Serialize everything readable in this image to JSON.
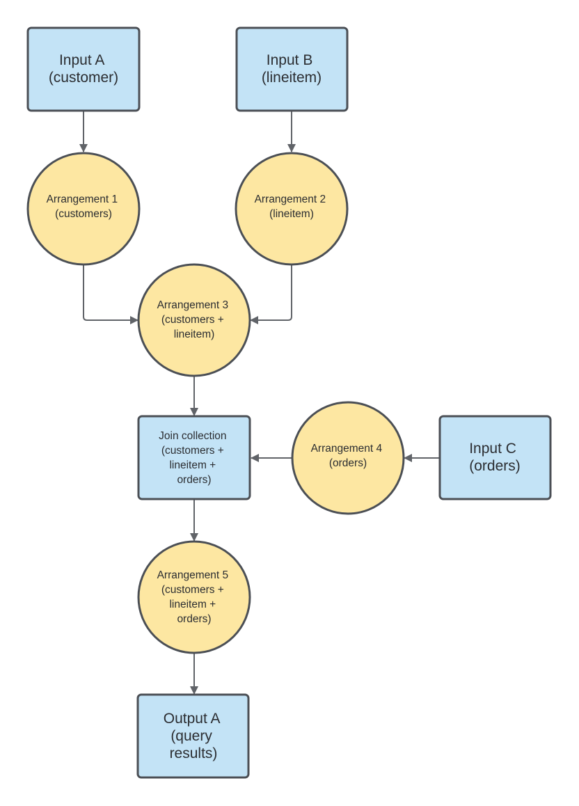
{
  "colors": {
    "input_box_fill": "#c3e3f6",
    "arrangement_fill": "#fde7a2",
    "outline": "#4b4f55",
    "edge": "#606368"
  },
  "nodes": {
    "input_a": {
      "lines": [
        "Input A",
        "(customer)"
      ]
    },
    "input_b": {
      "lines": [
        "Input B",
        "(lineitem)"
      ]
    },
    "input_c": {
      "lines": [
        "Input C",
        "(orders)"
      ]
    },
    "arrangement_1": {
      "lines": [
        "Arrangement 1",
        "(customers)"
      ]
    },
    "arrangement_2": {
      "lines": [
        "Arrangement 2",
        "(lineitem)"
      ]
    },
    "arrangement_3": {
      "lines": [
        "Arrangement 3",
        "(customers +",
        "lineitem)"
      ]
    },
    "arrangement_4": {
      "lines": [
        "Arrangement 4",
        "(orders)"
      ]
    },
    "arrangement_5": {
      "lines": [
        "Arrangement 5",
        "(customers +",
        "lineitem +",
        "orders)"
      ]
    },
    "join_collection": {
      "lines": [
        "Join collection",
        "(customers +",
        "lineitem +",
        "orders)"
      ]
    },
    "output_a": {
      "lines": [
        "Output A",
        "(query",
        "results)"
      ]
    }
  }
}
